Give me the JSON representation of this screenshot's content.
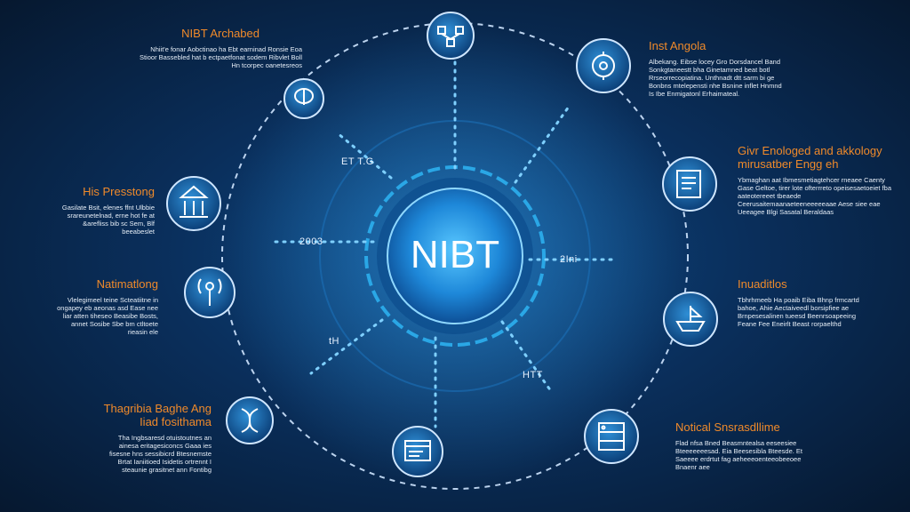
{
  "center": {
    "label": "NIBT"
  },
  "nodes": [
    {
      "id": "top-left",
      "title": "NIBT Archabed",
      "body": "Nhiit'e fonar Aobctinao ha Ebt earninad Ronsie Eoa Stioor Bassebled hat b ectpaetfonat sodem Ribvlet Boll Hn tcorpec oanetesreos",
      "icon": "brain-icon"
    },
    {
      "id": "left-upper",
      "title": "His Presstong",
      "body": "Gasilate Bsit, elenes ffnt Ulbbie srareunetelnad, erne hot fe at &arefliss bib sc Sem, Blf beeabeslet",
      "icon": "bank-icon"
    },
    {
      "id": "left-middle",
      "title": "Natimatlong",
      "body": "Vlelegimeel teine Scteatiitne in ongapey eb aeonas asd Ease nee liar atten tiheseo Beasibe Bosts, annet Sosibe Sbe bm ctltoete rieasin ele",
      "icon": "broadcast-icon"
    },
    {
      "id": "left-lower",
      "title": "Thagribia Baghe Ang Iiad fosithama",
      "body": "Tha Ingbsaresd otuistoutnes an ainesa eritagesiconcs Gaaa ies fisesne hns sessibicrd Btesnemste Brtat Ianiitioed Isidetis ortrennt I steaunie grasitnet ann Fontibg",
      "icon": "dna-icon"
    },
    {
      "id": "right-top",
      "title": "Inst Angola",
      "body": "Albekang. Eibse locey Gro Dorsdancel Band Sonkgtaneestt bha Ginetamned beat botl Rrseorrecopiatina. Unthnadt dtt sarm bi ge Bonbns mtelepensti nhe Bsnine inflet Hnmnd Is Ibe Enmigatonl Erhaimateal.",
      "icon": "compass-icon"
    },
    {
      "id": "right-upper",
      "title": "Givr Enologed and akkology mirusatber Engg eh",
      "body": "Ybmaghan aat Ibmesmetiagtehcer rneaee Caenty Gase Geltoe, tirer lote ofterrreto opeisesaetoeiet fba aateotereeet tbeaede Ceerusaitemaanaeteeneeeeeaae Aese siee eae Ueeagee Blgi Sasatal Beraldaas",
      "icon": "document-icon"
    },
    {
      "id": "right-middle",
      "title": "Inuaditlos",
      "body": "Tbhrhmeeb Ha poaib Eiba Bhnp frmcartd bahoe, Ahie Aectaiveedl borsipfiee ae Brnpesesalinen tueesd Beenrsoapeeing Feane Fee Eneirlt Beast rorpaelthd",
      "icon": "ship-icon"
    },
    {
      "id": "right-lower",
      "title": "Notical Snsrasdllime",
      "body": "Flad nfsa Bned Beasmntealsa eeseesiee Bteeeeeeesad. Eia Beesesibla Bteesde. Et Saeeee erdrtut fag aeheeeoenteeobeeoee Bnaenr aee",
      "icon": "server-icon"
    },
    {
      "id": "top-center",
      "title": "",
      "body": "",
      "icon": "network-icon"
    },
    {
      "id": "bottom-center",
      "title": "",
      "body": "",
      "icon": "terminal-icon"
    }
  ],
  "spoke_labels": [
    {
      "id": "spoke-upper-left",
      "text": "ET T.G"
    },
    {
      "id": "spoke-left",
      "text": "2003"
    },
    {
      "id": "spoke-right",
      "text": "2Ini"
    },
    {
      "id": "spoke-lower-left",
      "text": "tH"
    },
    {
      "id": "spoke-lower-right",
      "text": "HTT"
    }
  ],
  "colors": {
    "accent_orange": "#f08a2a",
    "ring_blue": "#2aa7e6",
    "hub_blue": "#1e88d9",
    "background_dark": "#06182f"
  }
}
